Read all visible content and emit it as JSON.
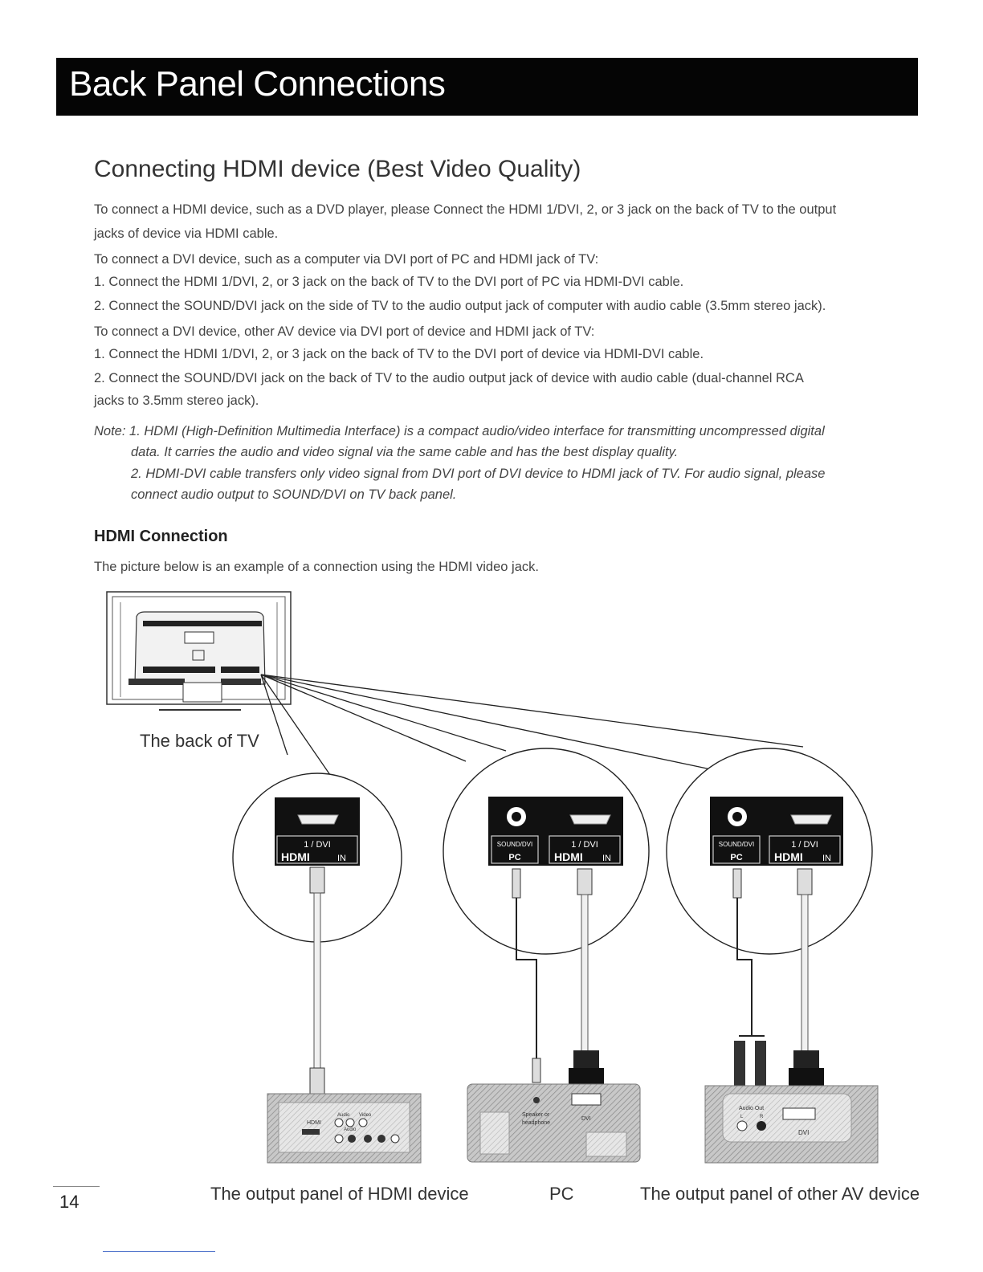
{
  "header": {
    "title": "Back Panel Connections"
  },
  "section": {
    "title": "Connecting HDMI device (Best Video Quality)",
    "lines": [
      "To  connect a HDMI device, such as a DVD player, please Connect the HDMI 1/DVI, 2, or 3 jack on the back of  TV to the output",
      "jacks of device via HDMI cable.",
      "To connect a DVI device, such as a computer via DVI port of PC and HDMI jack of TV:",
      "1. Connect the HDMI 1/DVI, 2, or 3 jack on the back of TV to the DVI port of PC via HDMI-DVI cable.",
      "2. Connect the SOUND/DVI jack on the side of TV to the audio output jack of computer with audio cable (3.5mm stereo jack).",
      "To connect a DVI device, other AV device via DVI port of device and HDMI jack of TV:",
      "1. Connect the HDMI 1/DVI, 2, or 3 jack on the back of TV to the DVI port of device via HDMI-DVI cable.",
      "2. Connect the SOUND/DVI jack on the back of TV to the audio output jack of device with audio cable (dual-channel RCA",
      "jacks to 3.5mm stereo jack)."
    ],
    "note_lines": [
      "Note: 1. HDMI (High-Definition Multimedia Interface) is a compact audio/video interface for transmitting uncompressed digital",
      "data. It carries the audio and video signal via the same cable and has the best display quality.",
      "2. HDMI-DVI cable transfers only video signal from DVI port of DVI device to HDMI jack of TV. For audio signal, please",
      "connect audio output to SOUND/DVI on TV back panel."
    ]
  },
  "hdmi_connection": {
    "heading": "HDMI Connection",
    "intro": "The picture below is an example of a connection using the HDMI video jack."
  },
  "diagram": {
    "tv_caption": "The back of TV",
    "jack_labels": {
      "dvi": "1 / DVI",
      "hdmi": "HDMI",
      "in": "IN",
      "sound_dvi": "SOUND/DVI",
      "pc": "PC"
    },
    "device_labels": {
      "hdmi_jack": "HDMI",
      "audio": "Audio",
      "video": "Video",
      "speaker": "Speaker or",
      "headphone": "headphone",
      "dvi": "DVI",
      "audio_out": "Audio Out",
      "l": "L",
      "r": "R"
    },
    "captions": {
      "hdmi_device": "The output panel of  HDMI device",
      "pc": "PC",
      "av_device": "The output panel of other AV device"
    }
  },
  "footer": {
    "page_number": "14"
  }
}
